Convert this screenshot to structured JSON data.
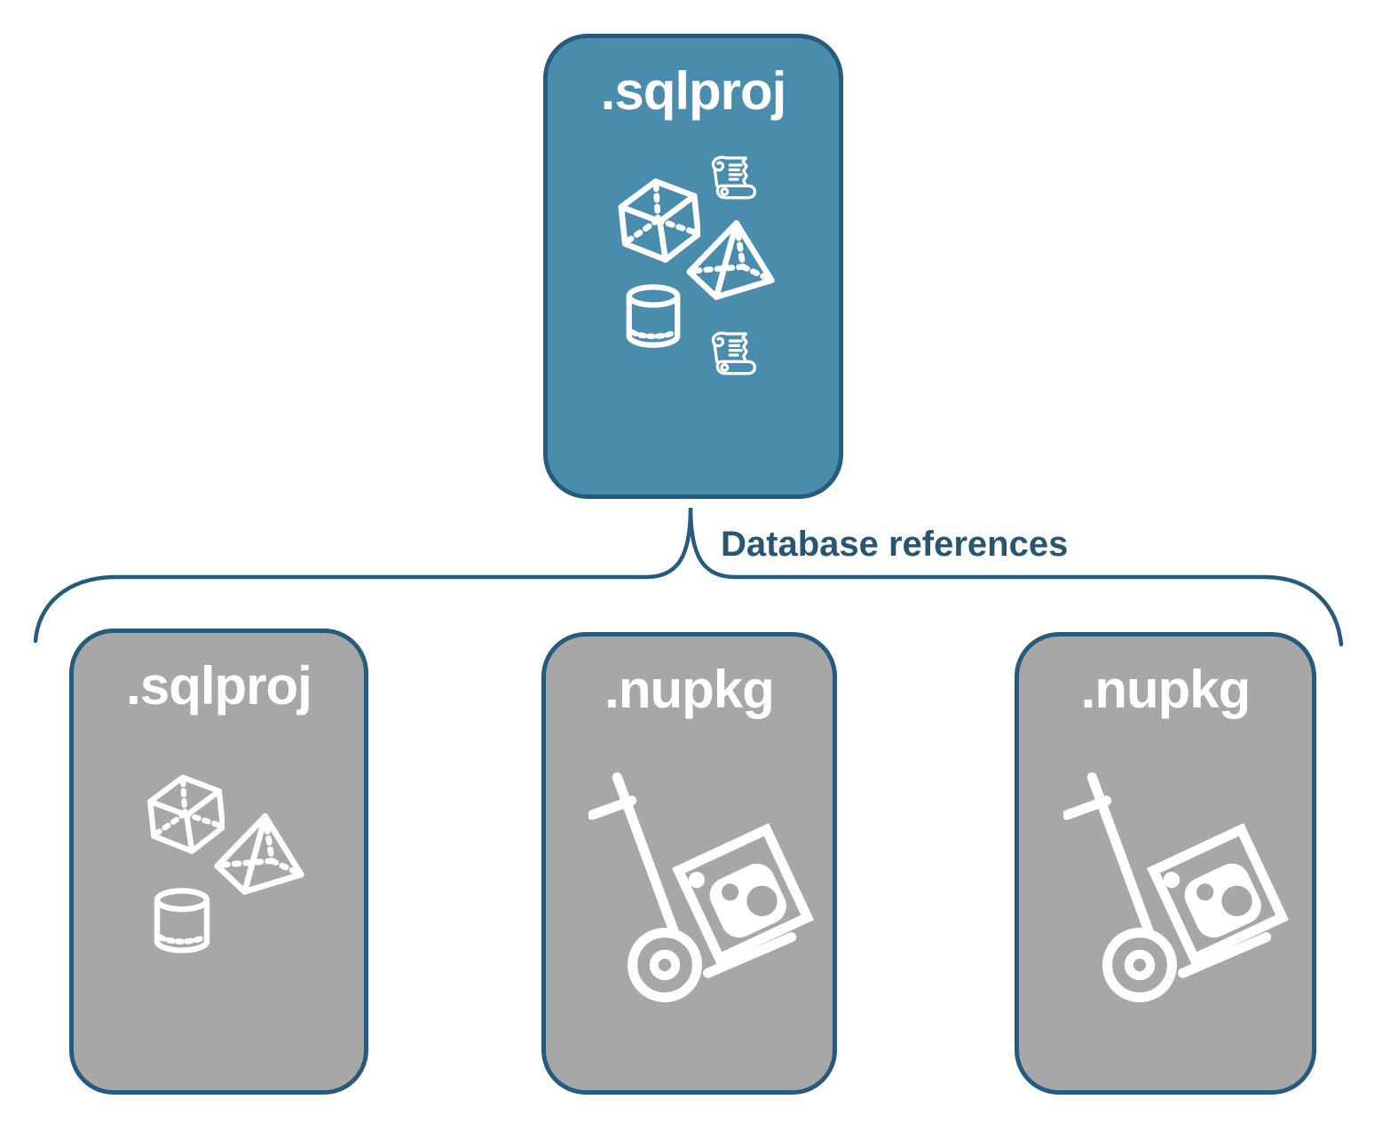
{
  "diagram": {
    "connector_label": "Database references",
    "root_node": {
      "label": ".sqlproj",
      "icons": [
        "cube-icon",
        "scroll-icon",
        "pyramid-icon",
        "database-cylinder-icon",
        "scroll-icon"
      ]
    },
    "child_nodes": [
      {
        "label": ".sqlproj",
        "icons": [
          "cube-icon",
          "pyramid-icon",
          "database-cylinder-icon"
        ]
      },
      {
        "label": ".nupkg",
        "icons": [
          "package-dolly-icon"
        ]
      },
      {
        "label": ".nupkg",
        "icons": [
          "package-dolly-icon"
        ]
      }
    ],
    "colors": {
      "root_fill": "#4A8CAB",
      "child_fill": "#A7A7A7",
      "node_border": "#275B7D",
      "connector": "#275B7D",
      "label_text": "#28556F",
      "icon": "#FFFFFF",
      "background": "#FFFFFF"
    }
  }
}
